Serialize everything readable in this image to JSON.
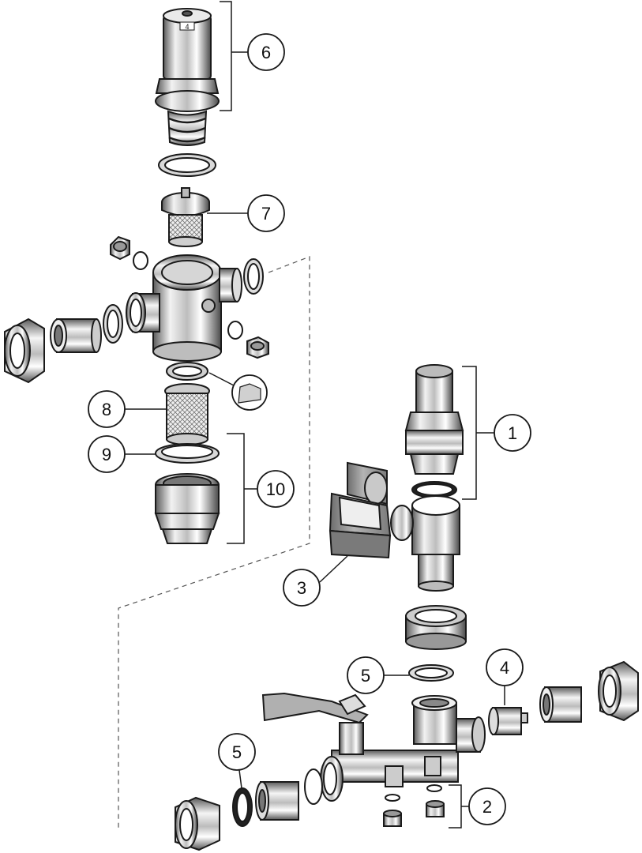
{
  "diagram": {
    "callouts": [
      {
        "id": "c1",
        "label": "1"
      },
      {
        "id": "c2",
        "label": "2"
      },
      {
        "id": "c3",
        "label": "3"
      },
      {
        "id": "c4",
        "label": "4"
      },
      {
        "id": "c5a",
        "label": "5"
      },
      {
        "id": "c5b",
        "label": "5"
      },
      {
        "id": "c6",
        "label": "6"
      },
      {
        "id": "c7",
        "label": "7"
      },
      {
        "id": "c8",
        "label": "8"
      },
      {
        "id": "c9",
        "label": "9"
      },
      {
        "id": "c10",
        "label": "10"
      }
    ],
    "colors": {
      "line": "#1a1a1a",
      "metal_light": "#f4f4f4",
      "metal_mid": "#c8c8c8",
      "metal_dark": "#6e6e6e",
      "gray_part": "#9a9a9a",
      "handle": "#a8a8a8"
    }
  }
}
